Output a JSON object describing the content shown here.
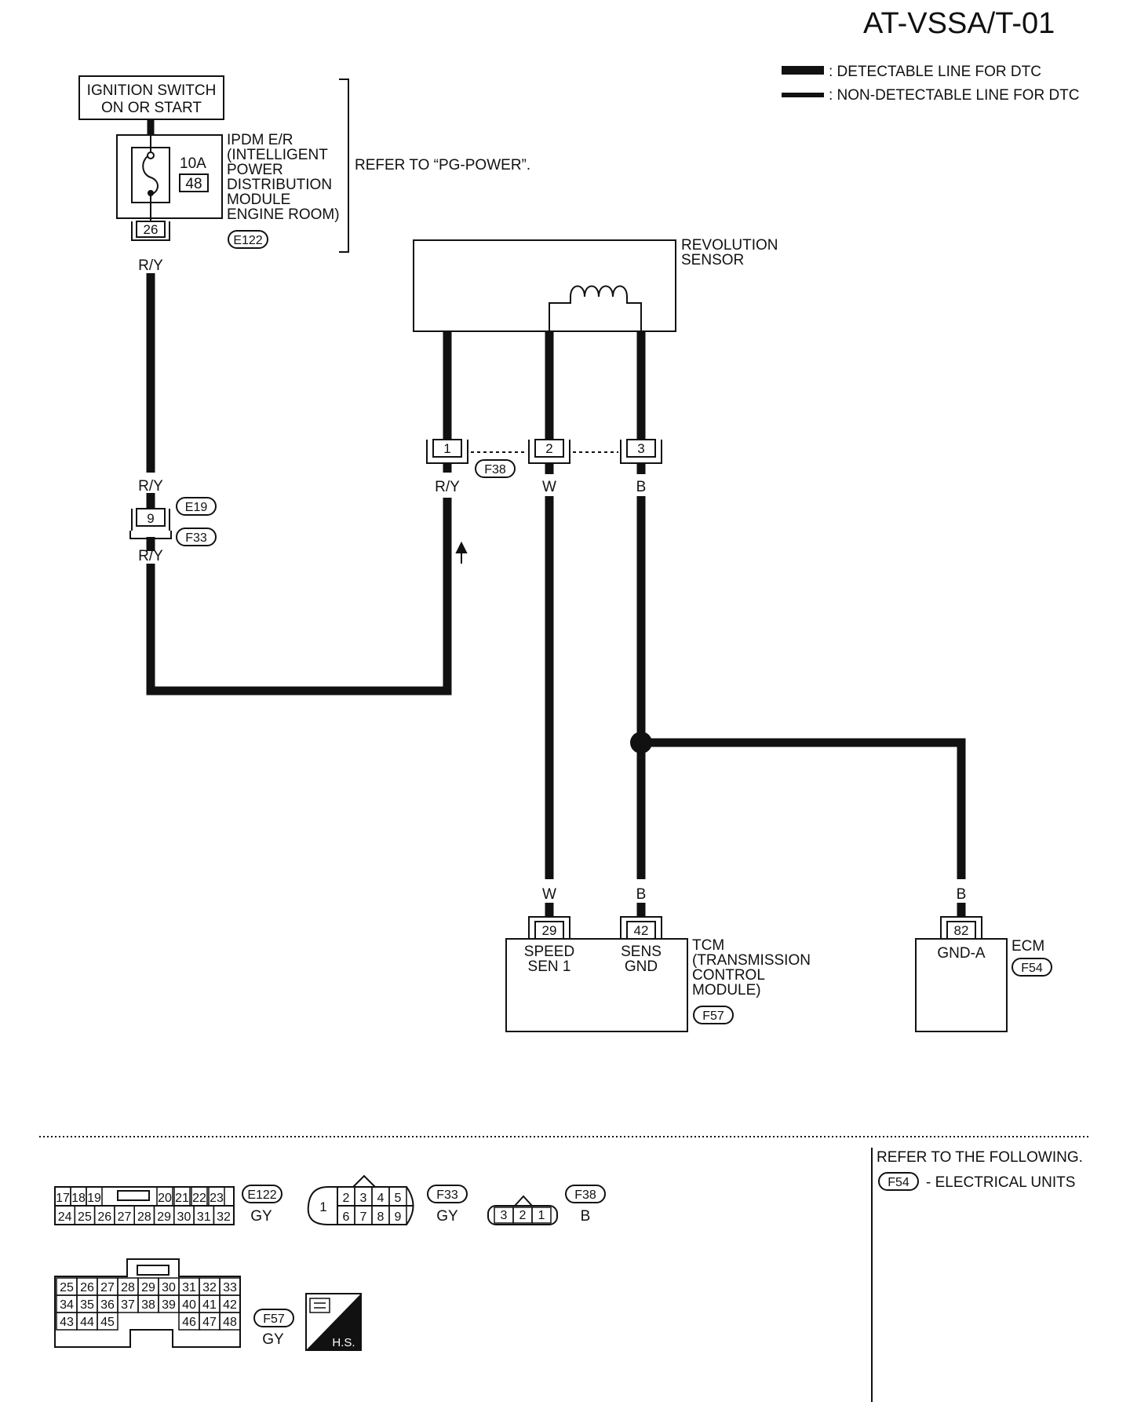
{
  "page_title": "AT-VSSA/T-01",
  "legend": {
    "detectable": ": DETECTABLE LINE FOR DTC",
    "non_detectable": ": NON-DETECTABLE LINE FOR DTC"
  },
  "ignition": {
    "line1": "IGNITION SWITCH",
    "line2": "ON OR START"
  },
  "ipdm": {
    "lines": [
      "IPDM E/R",
      "(INTELLIGENT",
      "POWER",
      "DISTRIBUTION",
      "MODULE",
      "ENGINE ROOM)"
    ],
    "fuse_rating": "10A",
    "fuse_number": "48",
    "connector_pin": "26",
    "connector_code": "E122",
    "refer": "REFER TO “PG-POWER”."
  },
  "wires": {
    "ry": "R/Y",
    "w": "W",
    "b": "B"
  },
  "joint_connector": {
    "pin": "9",
    "code_top": "E19",
    "code_bottom": "F33"
  },
  "revolution_sensor": {
    "line1": "REVOLUTION",
    "line2": "SENSOR",
    "pins": [
      "1",
      "2",
      "3"
    ],
    "code": "F38"
  },
  "tcm": {
    "pins": [
      "29",
      "42"
    ],
    "term1_line1": "SPEED",
    "term1_line2": "SEN 1",
    "term2_line1": "SENS",
    "term2_line2": "GND",
    "lines": [
      "TCM",
      "(TRANSMISSION",
      "CONTROL",
      "MODULE)"
    ],
    "code": "F57"
  },
  "ecm": {
    "pin": "82",
    "terminal": "GND-A",
    "label": "ECM",
    "code": "F54"
  },
  "connectors": {
    "e122": {
      "top": [
        "17",
        "18",
        "19",
        "20",
        "21",
        "22",
        "23"
      ],
      "bottom": [
        "24",
        "25",
        "26",
        "27",
        "28",
        "29",
        "30",
        "31",
        "32"
      ],
      "code": "E122",
      "color": "GY"
    },
    "f33": {
      "left": "1",
      "top": [
        "2",
        "3",
        "4",
        "5"
      ],
      "bottom": [
        "6",
        "7",
        "8",
        "9"
      ],
      "code": "F33",
      "color": "GY"
    },
    "f38": {
      "pins": [
        "3",
        "2",
        "1"
      ],
      "code": "F38",
      "color": "B"
    },
    "f57": {
      "row1": [
        "25",
        "26",
        "27",
        "28",
        "29",
        "30",
        "31",
        "32",
        "33"
      ],
      "row2": [
        "34",
        "35",
        "36",
        "37",
        "38",
        "39",
        "40",
        "41",
        "42"
      ],
      "row3_left": [
        "43",
        "44",
        "45"
      ],
      "row3_right": [
        "46",
        "47",
        "48"
      ],
      "code": "F57",
      "color": "GY"
    },
    "hs_label": "H.S."
  },
  "refer_following": {
    "heading": "REFER TO THE FOLLOWING.",
    "code": "F54",
    "text": "- ELECTRICAL UNITS"
  }
}
